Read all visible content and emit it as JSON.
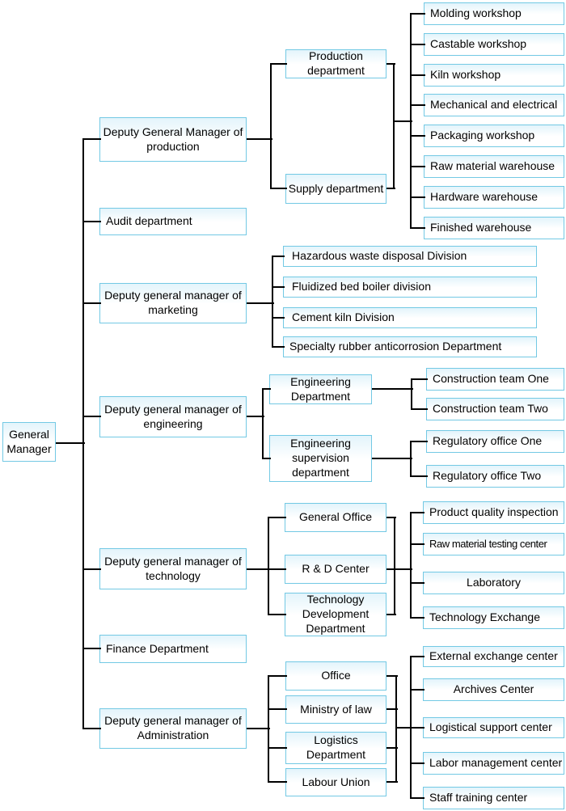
{
  "org": {
    "colors": {
      "box_border": "#73c9e4",
      "box_fill_top": "#e3f4fb",
      "line": "#000000",
      "text": "#000000"
    },
    "root": {
      "label": "General Manager"
    },
    "branches": [
      {
        "label": "Deputy General Manager of production",
        "children": [
          {
            "label": "Production department"
          },
          {
            "label": "Supply department"
          }
        ],
        "shared_children": [
          {
            "label": "Molding workshop"
          },
          {
            "label": "Castable workshop"
          },
          {
            "label": "Kiln workshop"
          },
          {
            "label": "Mechanical and electrical"
          },
          {
            "label": "Packaging workshop"
          },
          {
            "label": "Raw material warehouse"
          },
          {
            "label": "Hardware warehouse"
          },
          {
            "label": "Finished warehouse"
          }
        ]
      },
      {
        "label": "Audit department"
      },
      {
        "label": "Deputy general manager of marketing",
        "children": [
          {
            "label": "Hazardous waste disposal Division"
          },
          {
            "label": "Fluidized bed boiler division"
          },
          {
            "label": "Cement kiln Division"
          },
          {
            "label": "Specialty rubber anticorrosion Department"
          }
        ]
      },
      {
        "label": "Deputy general manager of engineering",
        "children": [
          {
            "label": "Engineering Department",
            "children": [
              {
                "label": "Construction team One"
              },
              {
                "label": "Construction team Two"
              }
            ]
          },
          {
            "label": "Engineering supervision department",
            "children": [
              {
                "label": "Regulatory office One"
              },
              {
                "label": "Regulatory office Two"
              }
            ]
          }
        ]
      },
      {
        "label": "Deputy general manager of technology",
        "children": [
          {
            "label": "General Office"
          },
          {
            "label": "R & D Center"
          },
          {
            "label": "Technology Development Department"
          }
        ],
        "shared_children": [
          {
            "label": "Product quality inspection"
          },
          {
            "label": "Raw material testing center"
          },
          {
            "label": "Laboratory"
          },
          {
            "label": "Technology Exchange"
          }
        ]
      },
      {
        "label": "Finance Department"
      },
      {
        "label": "Deputy general manager of Administration",
        "children": [
          {
            "label": "Office"
          },
          {
            "label": "Ministry of law"
          },
          {
            "label": "Logistics Department"
          },
          {
            "label": "Labour Union"
          }
        ],
        "shared_children": [
          {
            "label": "External exchange center"
          },
          {
            "label": "Archives Center"
          },
          {
            "label": "Logistical support center"
          },
          {
            "label": "Labor management center"
          },
          {
            "label": "Staff training center"
          }
        ]
      }
    ]
  }
}
